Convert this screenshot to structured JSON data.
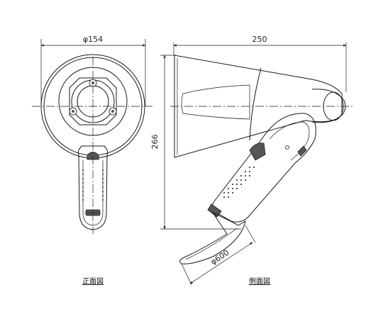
{
  "front_view": {
    "diameter_label": "φ154",
    "caption": "正面図"
  },
  "side_view": {
    "length_label": "250",
    "height_label": "266",
    "strap_label": "φ600",
    "caption": "側面図"
  },
  "colors": {
    "line": "#1a1a1a",
    "body_fill": "#ffffff",
    "shade_fill": "#d9d9d9",
    "dark_fill": "#555555"
  }
}
